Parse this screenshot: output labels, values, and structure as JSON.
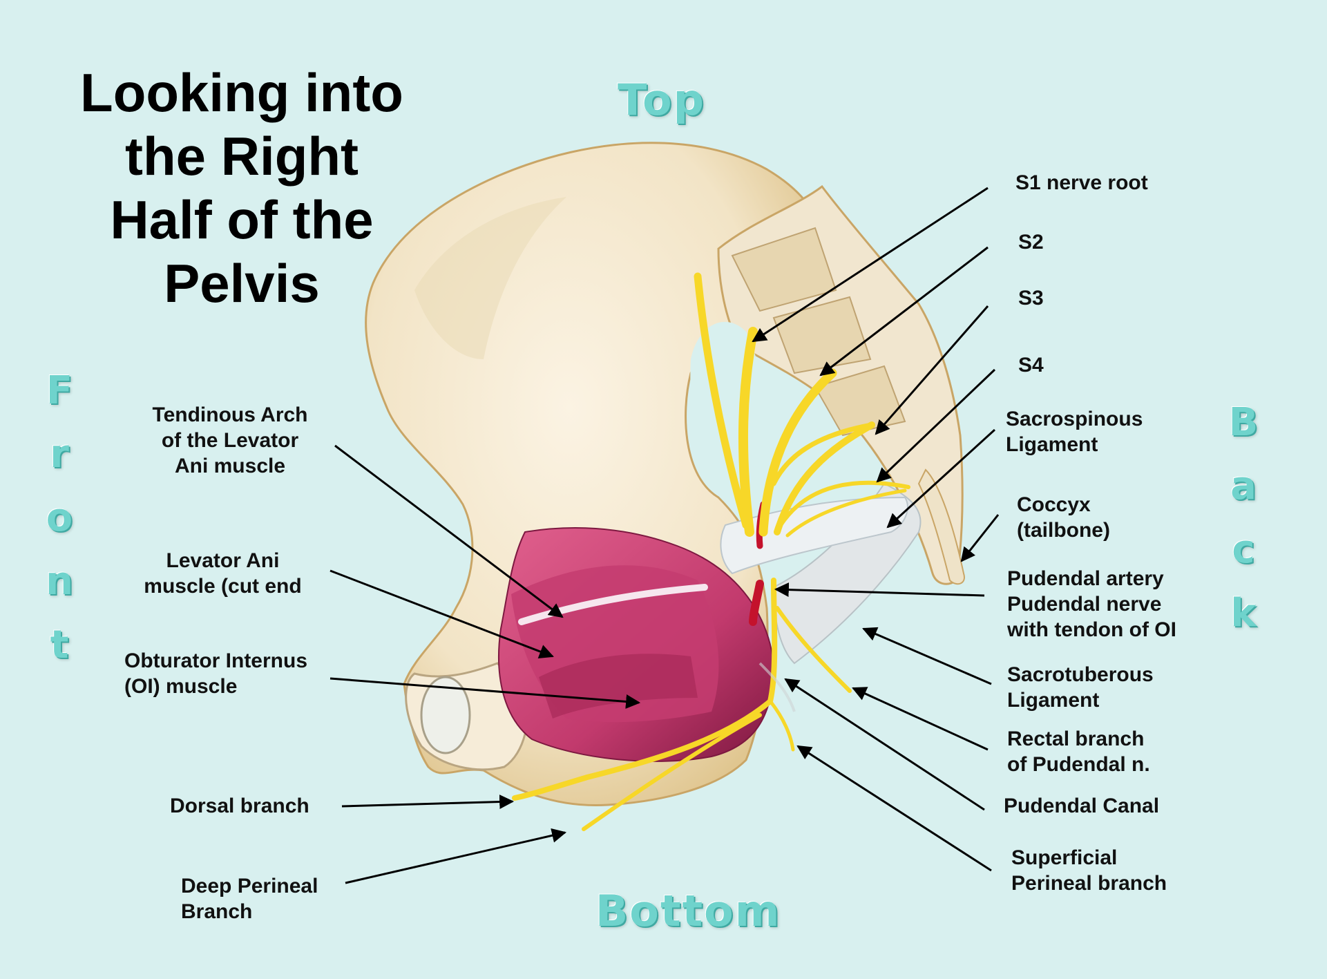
{
  "title": {
    "lines": [
      "Looking into",
      "the Right",
      "Half of the",
      "Pelvis"
    ]
  },
  "orientation": {
    "top": "Top",
    "bottom": "Bottom",
    "front": [
      "F",
      "r",
      "o",
      "n",
      "t"
    ],
    "back": [
      "B",
      "a",
      "c",
      "k"
    ]
  },
  "labels": {
    "s1": "S1 nerve root",
    "s2": "S2",
    "s3": "S3",
    "s4": "S4",
    "sacrospinous": [
      "Sacrospinous",
      "Ligament"
    ],
    "coccyx": [
      "Coccyx",
      "(tailbone)"
    ],
    "pudendal": [
      "Pudendal artery",
      "Pudendal nerve",
      "with tendon of OI"
    ],
    "sacrotuberous": [
      "Sacrotuberous",
      "Ligament"
    ],
    "rectal": [
      "Rectal branch",
      "of Pudendal n."
    ],
    "canal": "Pudendal Canal",
    "superficial": [
      "Superficial",
      "Perineal branch"
    ],
    "tendinous": [
      "Tendinous Arch",
      "of the Levator",
      "Ani muscle"
    ],
    "levator": [
      "Levator Ani",
      "muscle (cut end"
    ],
    "obturator": [
      "Obturator Internus",
      "(OI)  muscle"
    ],
    "dorsal": "Dorsal branch",
    "deep": [
      "Deep Perineal",
      "Branch"
    ]
  },
  "colors": {
    "background": "#d8f0ef",
    "bone": "#f3e7cf",
    "bone_edge": "#c9a566",
    "muscle": "#d04a7a",
    "muscle_dark": "#8e1d45",
    "nerve": "#f7d728",
    "artery": "#c4122c",
    "ligament": "#e3ecef",
    "direction": "#6fd3cc"
  }
}
